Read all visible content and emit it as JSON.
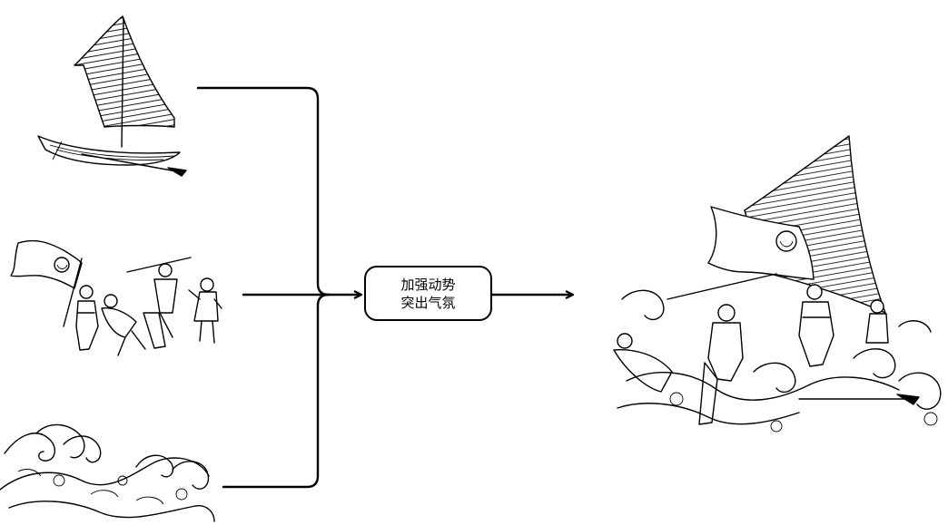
{
  "process": {
    "line1": "加强动势",
    "line2": "突出气氛"
  },
  "inputs": [
    {
      "name": "sailboat-sketch"
    },
    {
      "name": "soldiers-with-flag-sketch"
    },
    {
      "name": "waves-sketch"
    }
  ],
  "output": {
    "name": "combined-scene-sketch"
  }
}
